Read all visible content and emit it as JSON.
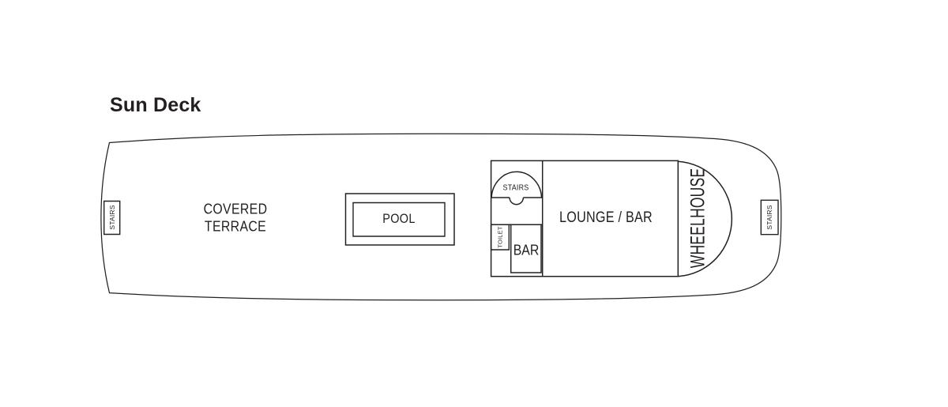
{
  "title": "Sun Deck",
  "deck": {
    "covered_terrace_line1": "COVERED",
    "covered_terrace_line2": "TERRACE",
    "pool_label": "POOL",
    "lounge_bar_label": "LOUNGE / BAR",
    "bar_label": "BAR",
    "toilet_label": "TOILET",
    "wheelhouse_label": "WHEELHOUSE",
    "stairs_aft_label": "STAIRS",
    "stairs_mid_label": "STAIRS",
    "stairs_forward_label": "STAIRS"
  },
  "colors": {
    "line": "#222222",
    "text": "#231f20",
    "background": "#ffffff"
  }
}
